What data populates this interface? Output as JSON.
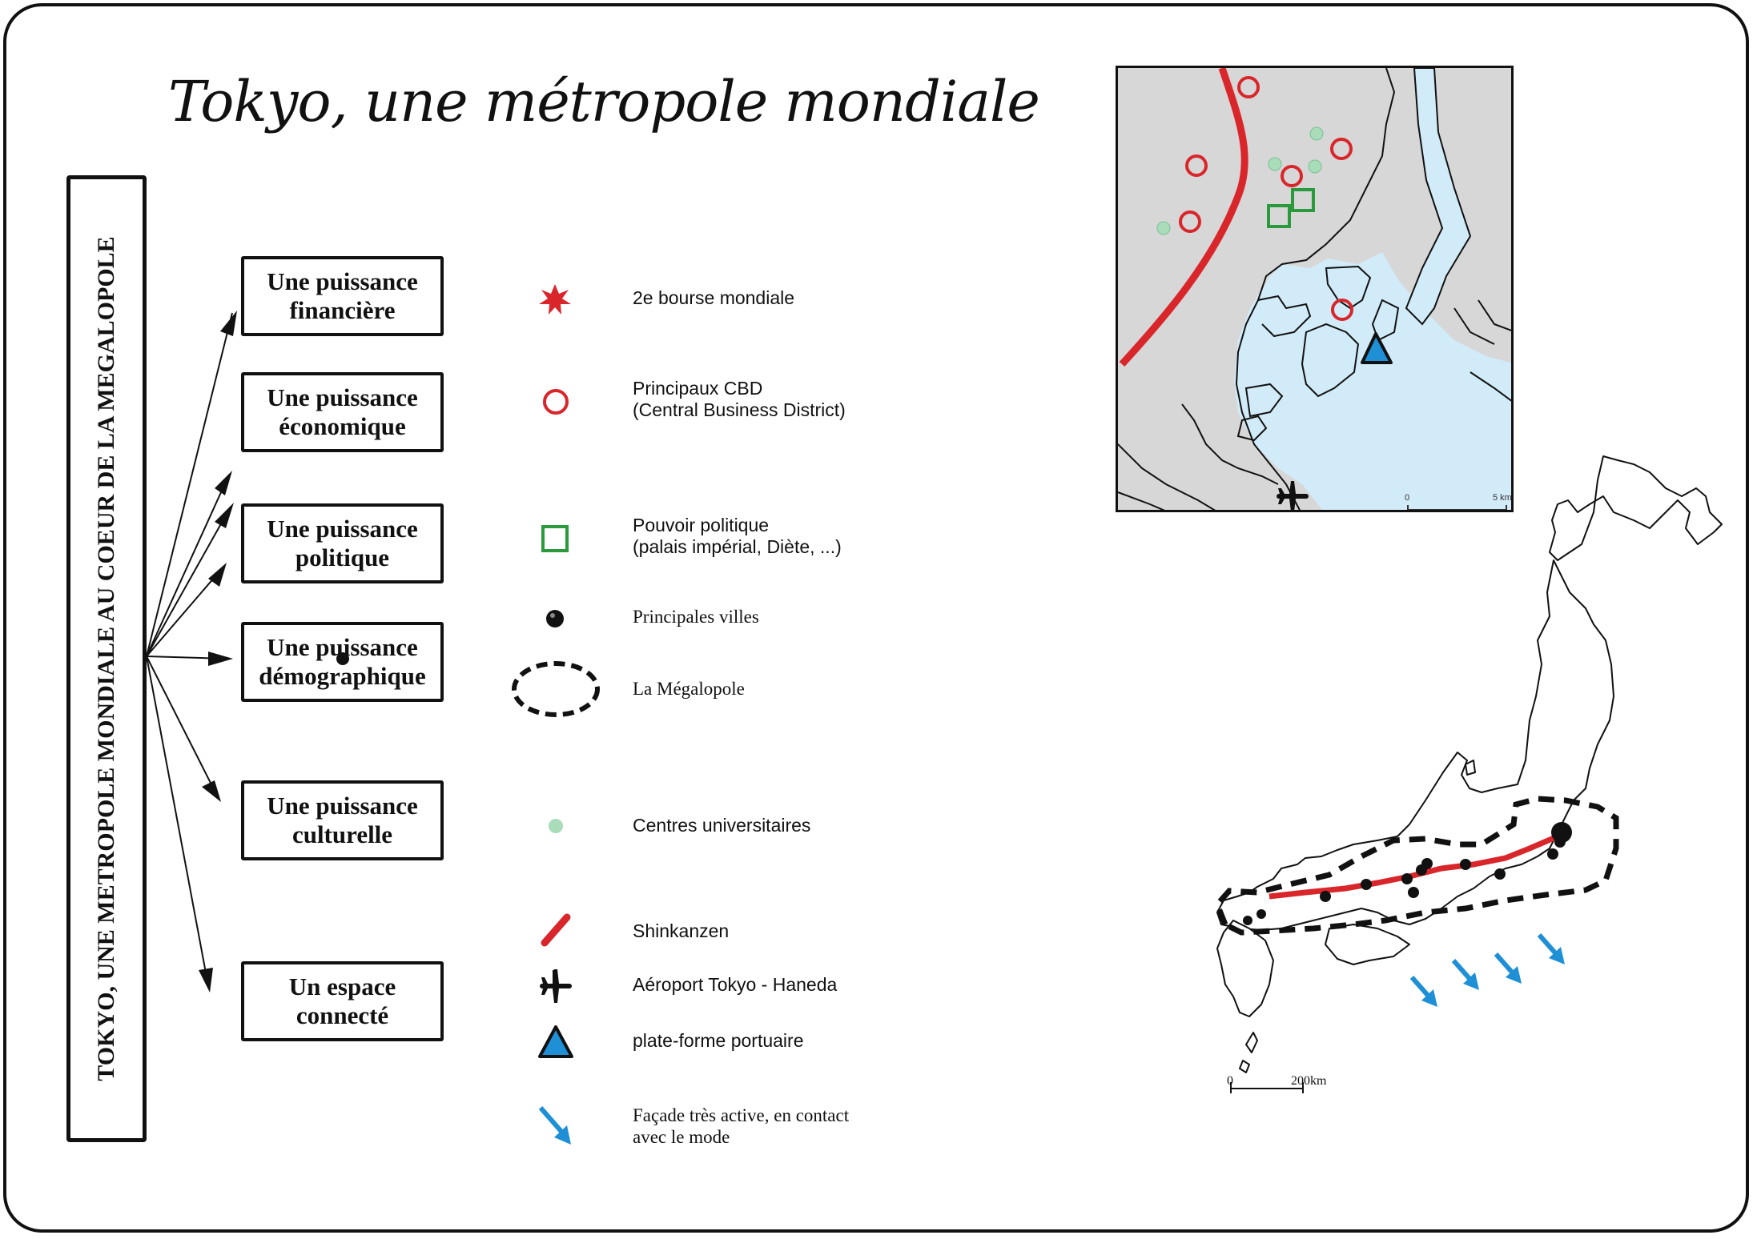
{
  "title": "Tokyo, une métropole mondiale",
  "main_box": "TOKYO, UNE METROPOLE MONDIALE AU COEUR DE LA MEGALOPOLE",
  "themes": [
    {
      "line1": "Une puissance",
      "line2": "financière"
    },
    {
      "line1": "Une puissance",
      "line2": "économique"
    },
    {
      "line1": "Une puissance",
      "line2": "politique"
    },
    {
      "line1": "Une puissance",
      "line2": "démographique"
    },
    {
      "line1": "Une puissance",
      "line2": "culturelle"
    },
    {
      "line1": "Un espace",
      "line2": "connecté"
    }
  ],
  "legend": [
    {
      "symbol": "red-star-icon",
      "line1": "2e bourse mondiale",
      "line2": ""
    },
    {
      "symbol": "red-circle-icon",
      "line1": "Principaux CBD",
      "line2": "(Central Business District)"
    },
    {
      "symbol": "green-square-icon",
      "line1": "Pouvoir politique",
      "line2": "(palais impérial, Diète, ...)"
    },
    {
      "symbol": "black-dot-icon",
      "line1": "Principales villes",
      "line2": ""
    },
    {
      "symbol": "dashed-ellipse-icon",
      "line1": "La Mégalopole",
      "line2": ""
    },
    {
      "symbol": "green-dot-icon",
      "line1": "Centres universitaires",
      "line2": ""
    },
    {
      "symbol": "red-line-icon",
      "line1": "Shinkanzen",
      "line2": ""
    },
    {
      "symbol": "airplane-icon",
      "line1": "Aéroport Tokyo - Haneda",
      "line2": ""
    },
    {
      "symbol": "blue-triangle-icon",
      "line1": "plate-forme portuaire",
      "line2": ""
    },
    {
      "symbol": "blue-arrow-icon",
      "line1": "Façade très active, en contact",
      "line2": "avec le mode"
    }
  ],
  "inset_map": {
    "scale_start": "0",
    "scale_end": "5 km"
  },
  "japan_map": {
    "scale_start": "0",
    "scale_end": "200km"
  },
  "colors": {
    "red": "#d8262b",
    "green": "#2a9a3c",
    "blue": "#1f8fd6",
    "university_green": "#a9dcb9",
    "water": "#d2ebf8",
    "land": "#d7d7d7"
  }
}
